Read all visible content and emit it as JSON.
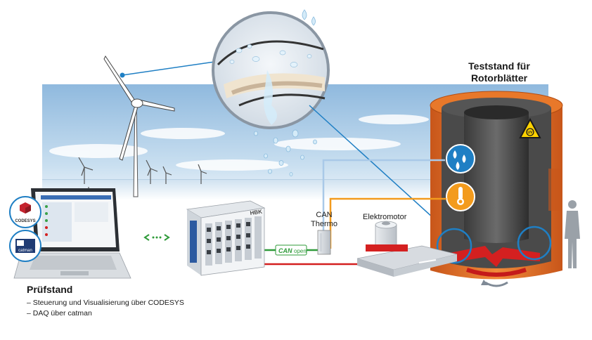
{
  "test_stand": {
    "title_line1": "Teststand für",
    "title_line2": "Rotorblätter"
  },
  "sensor_box": {
    "line1": "CAN",
    "line2": "Thermo"
  },
  "motor": {
    "label": "Elektromotor"
  },
  "canopen_badge": {
    "can": "CAN",
    "open": "open"
  },
  "laptop": {
    "logo_codesys": "CODESYS",
    "logo_catman": "catman"
  },
  "daq_device": {
    "brand": "HBK"
  },
  "pruefstand": {
    "title": "Prüfstand",
    "items": [
      "– Steuerung und Visualisierung über CODESYS",
      "– DAQ über catman"
    ]
  },
  "colors": {
    "water_blue": "#1f7fc4",
    "temperature_orange": "#f39b1d",
    "link_green": "#2f9b3a",
    "power_red": "#d42020",
    "chamber_orange": "#e8782a",
    "sky_blue": "#a9cbe6"
  },
  "icons": [
    "water-drops-icon",
    "thermometer-icon",
    "uv-warning-icon",
    "arrows-icon",
    "rotation-arrow-icon"
  ]
}
